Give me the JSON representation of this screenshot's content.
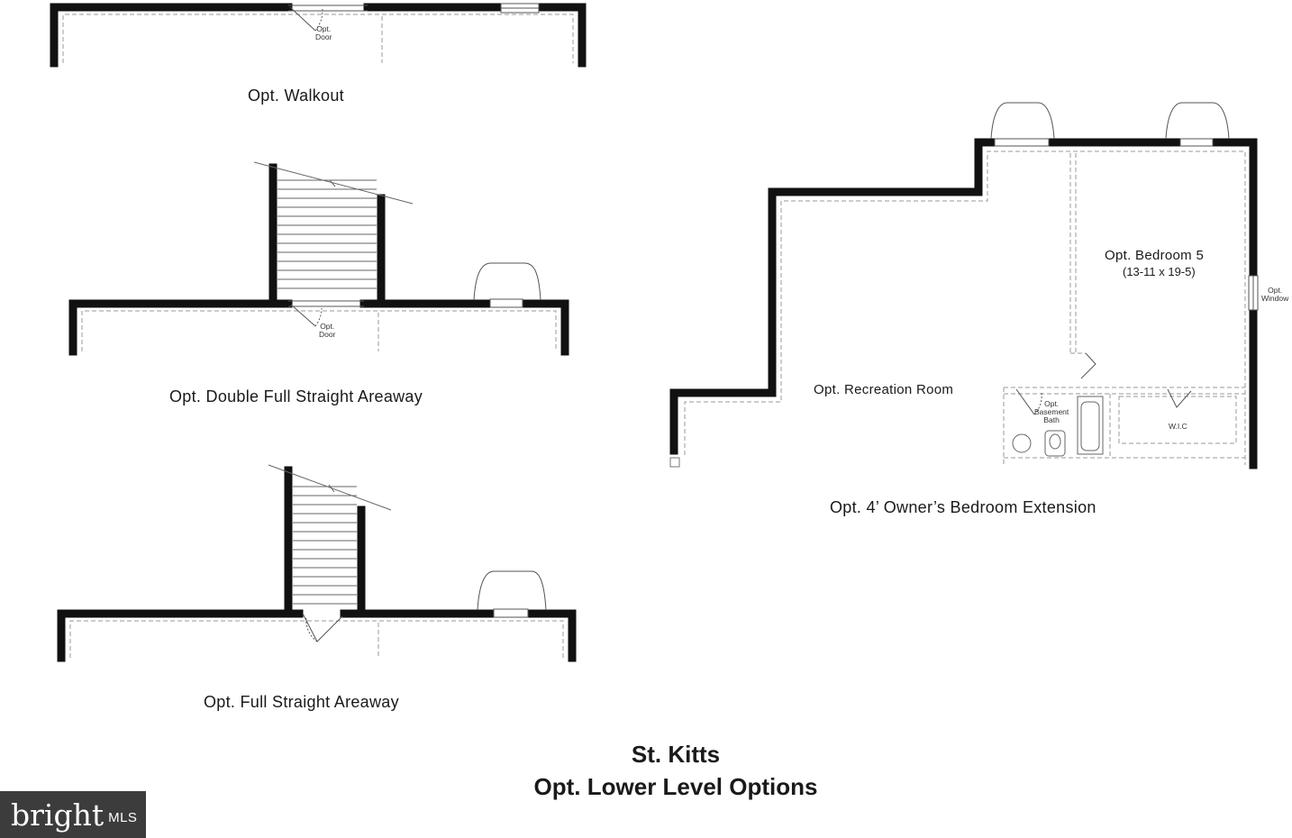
{
  "plans": {
    "walkout": {
      "caption": "Opt. Walkout",
      "door_line1": "Opt.",
      "door_line2": "Door"
    },
    "double_areaway": {
      "caption": "Opt. Double Full Straight Areaway",
      "door_line1": "Opt.",
      "door_line2": "Door"
    },
    "full_areaway": {
      "caption": "Opt. Full Straight Areaway"
    },
    "extension": {
      "caption": "Opt. 4’ Owner’s Bedroom Extension",
      "recreation_room": "Opt. Recreation Room",
      "bedroom_name": "Opt. Bedroom 5",
      "bedroom_dims": "(13-11 x 19-5)",
      "window_line1": "Opt.",
      "window_line2": "Window",
      "bath_line1": "Opt.",
      "bath_line2": "Basement",
      "bath_line3": "Bath",
      "wic": "W.I.C"
    }
  },
  "title": {
    "line1": "St. Kitts",
    "line2": "Opt. Lower Level Options"
  },
  "watermark": {
    "brand": "bright",
    "suffix": "MLS"
  },
  "colors": {
    "wall": "#111111",
    "dashed": "#9a9a9a",
    "watermark_bg": "#3c3c3c"
  }
}
